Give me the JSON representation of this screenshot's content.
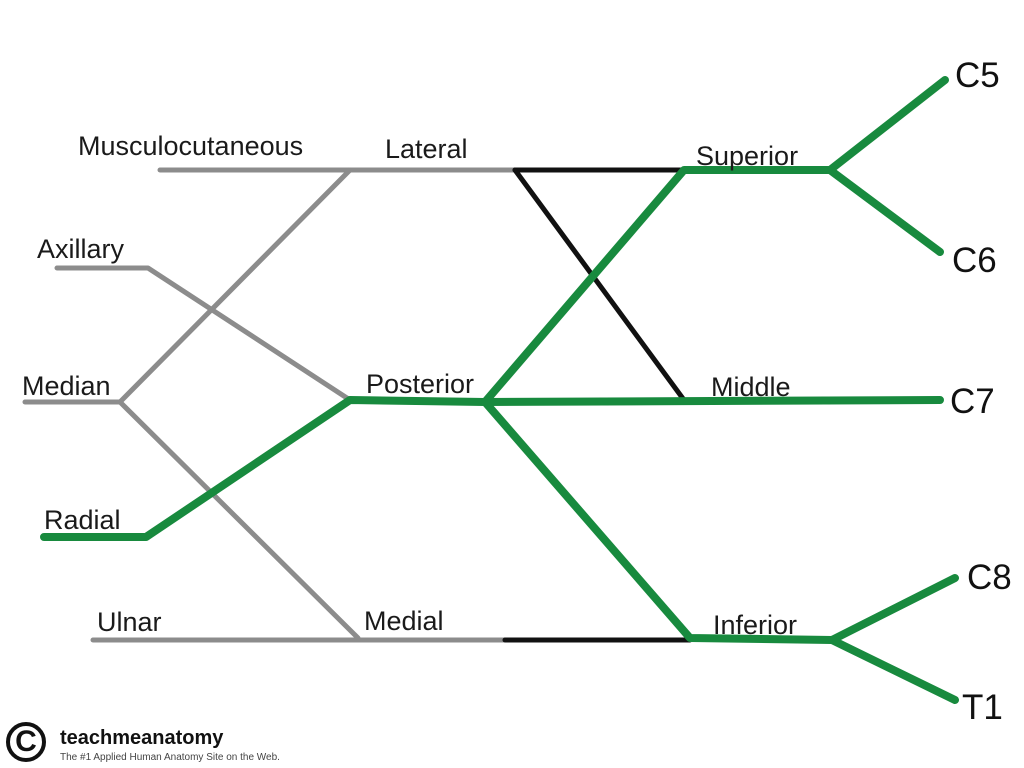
{
  "nerves": {
    "musculocutaneous": "Musculocutaneous",
    "axillary": "Axillary",
    "median": "Median",
    "radial": "Radial",
    "ulnar": "Ulnar"
  },
  "cords": {
    "lateral": "Lateral",
    "posterior": "Posterior",
    "medial": "Medial"
  },
  "trunks": {
    "superior": "Superior",
    "middle": "Middle",
    "inferior": "Inferior"
  },
  "roots": {
    "c5": "C5",
    "c6": "C6",
    "c7": "C7",
    "c8": "C8",
    "t1": "T1"
  },
  "colors": {
    "highlight": "#188a3e",
    "nerve_grey": "#8c8c8c",
    "division_black": "#111111"
  },
  "branding": {
    "logo_symbol": "C",
    "name": "teachmeanatomy",
    "tagline": "The #1 Applied Human Anatomy Site on the Web."
  }
}
